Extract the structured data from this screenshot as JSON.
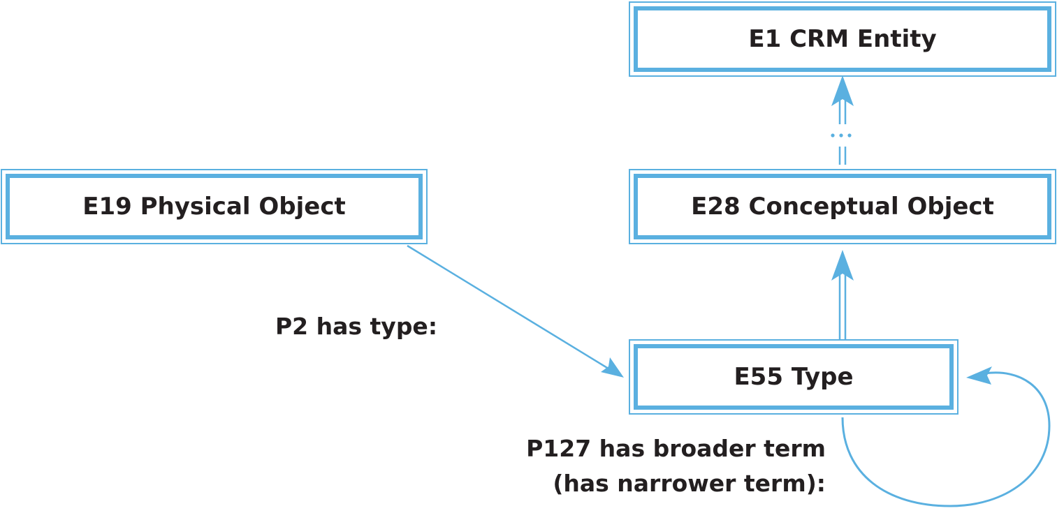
{
  "diagram": {
    "nodes": {
      "e1": {
        "label": "E1 CRM Entity"
      },
      "e19": {
        "label": "E19 Physical Object"
      },
      "e28": {
        "label": "E28 Conceptual Object"
      },
      "e55": {
        "label": "E55 Type"
      }
    },
    "edges": {
      "p2": {
        "label": "P2 has type:"
      },
      "p127": {
        "line1": "P127 has broader term",
        "line2": "(has narrower term):"
      }
    },
    "ellipsis": "..."
  },
  "colors": {
    "accent": "#5ab0e0",
    "text": "#231f20",
    "background": "#ffffff"
  }
}
